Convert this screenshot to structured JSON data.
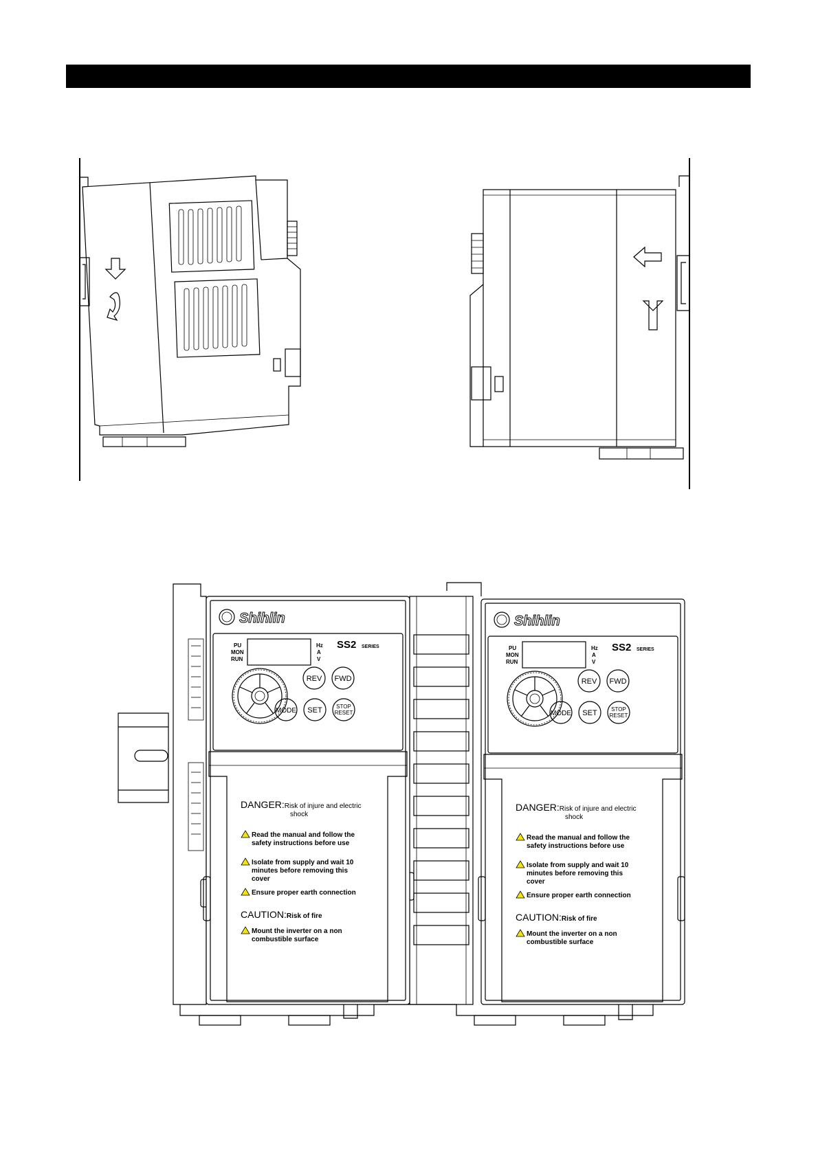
{
  "units": [
    {
      "brand": "Shihlin",
      "series_model": "SS2",
      "series_word": "SERIES",
      "indicators_left": [
        "PU",
        "MON",
        "RUN"
      ],
      "indicators_right": [
        "Hz",
        "A",
        "V"
      ],
      "keys": {
        "rev": "REV",
        "fwd": "FWD",
        "mode": "MODE",
        "set": "SET",
        "stop": "STOP",
        "reset": "RESET"
      },
      "danger_title": "DANGER:",
      "danger_text_1": "Risk of injure and electric",
      "danger_text_2": "shock",
      "warnings": [
        [
          "Read the manual and follow the",
          "safety instructions before use"
        ],
        [
          "Isolate from supply and wait 10",
          "minutes before removing this",
          "cover"
        ],
        [
          "Ensure proper earth connection"
        ]
      ],
      "caution_title": "CAUTION:",
      "caution_text": "Risk of fire",
      "caution_warnings": [
        [
          "Mount the inverter on a non",
          "combustible surface"
        ]
      ]
    },
    {
      "brand": "Shihlin",
      "series_model": "SS2",
      "series_word": "SERIES",
      "indicators_left": [
        "PU",
        "MON",
        "RUN"
      ],
      "indicators_right": [
        "Hz",
        "A",
        "V"
      ],
      "keys": {
        "rev": "REV",
        "fwd": "FWD",
        "mode": "MODE",
        "set": "SET",
        "stop": "STOP",
        "reset": "RESET"
      },
      "danger_title": "DANGER:",
      "danger_text_1": "Risk of injure and electric",
      "danger_text_2": "shock",
      "warnings": [
        [
          "Read the manual and follow the",
          "safety instructions before use"
        ],
        [
          "Isolate from supply and wait 10",
          "minutes before removing this",
          "cover"
        ],
        [
          "Ensure proper earth connection"
        ]
      ],
      "caution_title": "CAUTION:",
      "caution_text": "Risk of fire",
      "caution_warnings": [
        [
          "Mount the inverter on a non",
          "combustible surface"
        ]
      ]
    }
  ],
  "colors": {
    "warning_triangle": "#f2e21a"
  }
}
